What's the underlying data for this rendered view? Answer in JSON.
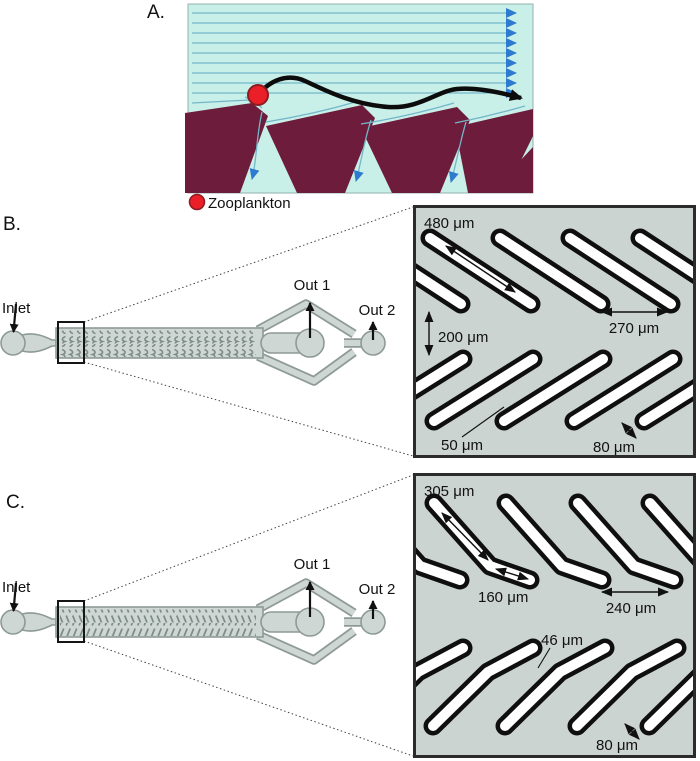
{
  "colors": {
    "flow_background": "#c9efe9",
    "streamline_blue": "#74b6c9",
    "arrow_blue": "#2e7ace",
    "structure_maroon": "#6d1c3b",
    "zooplankton_red": "#ea1f27",
    "device_fill": "#cfd7d4",
    "device_outline": "#8d9a96",
    "inset_background": "#ccd4d1",
    "groove_fill": "#ffffff",
    "groove_outline": "#0f0f0f"
  },
  "panel_a": {
    "label": "A.",
    "legend_label": "Zooplankton"
  },
  "panel_b": {
    "label": "B.",
    "device": {
      "inlet_label": "Inlet",
      "out1_label": "Out 1",
      "out2_label": "Out 2"
    },
    "inset": {
      "groove_length": "480 μm",
      "channel_gap": "200 μm",
      "groove_pitch": "270 μm",
      "groove_wall": "50 μm",
      "groove_width": "80 μm"
    }
  },
  "panel_c": {
    "label": "C.",
    "device": {
      "inlet_label": "Inlet",
      "out1_label": "Out 1",
      "out2_label": "Out 2"
    },
    "inset": {
      "long_arm_length": "305 μm",
      "short_arm_length": "160 μm",
      "groove_pitch": "240 μm",
      "groove_wall": "46 μm",
      "groove_width": "80 μm"
    }
  }
}
